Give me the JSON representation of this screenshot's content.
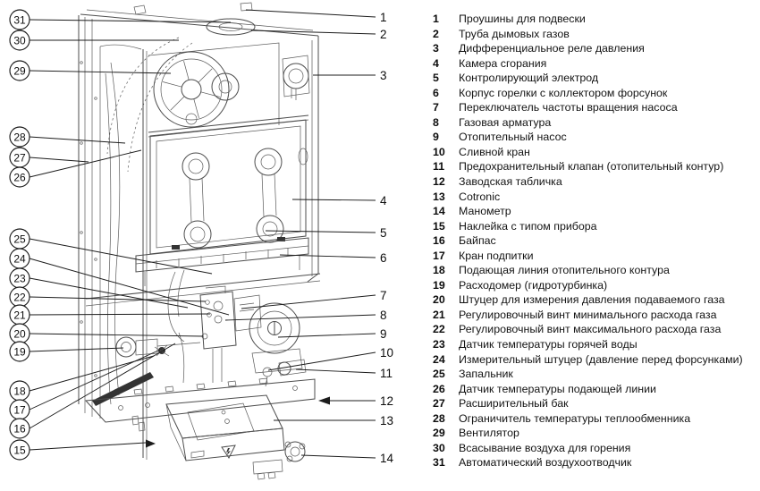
{
  "legend": {
    "items": [
      {
        "num": "1",
        "label": "Проушины для подвески"
      },
      {
        "num": "2",
        "label": "Труба дымовых газов"
      },
      {
        "num": "3",
        "label": "Дифференциальное реле давления"
      },
      {
        "num": "4",
        "label": "Камера сгорания"
      },
      {
        "num": "5",
        "label": "Контролирующий электрод"
      },
      {
        "num": "6",
        "label": "Корпус горелки с коллектором форсунок"
      },
      {
        "num": "7",
        "label": "Переключатель частоты вращения насоса"
      },
      {
        "num": "8",
        "label": "Газовая арматура"
      },
      {
        "num": "9",
        "label": "Отопительный насос"
      },
      {
        "num": "10",
        "label": "Сливной кран"
      },
      {
        "num": "11",
        "label": "Предохранительный клапан (отопительный контур)"
      },
      {
        "num": "12",
        "label": "Заводская табличка"
      },
      {
        "num": "13",
        "label": "Cotronic"
      },
      {
        "num": "14",
        "label": "Манометр"
      },
      {
        "num": "15",
        "label": "Наклейка с типом прибора"
      },
      {
        "num": "16",
        "label": "Байпас"
      },
      {
        "num": "17",
        "label": "Кран подпитки"
      },
      {
        "num": "18",
        "label": "Подающая линия отопительного контура"
      },
      {
        "num": "19",
        "label": "Расходомер (гидротурбинка)"
      },
      {
        "num": "20",
        "label": "Штуцер для измерения давления подаваемого газа"
      },
      {
        "num": "21",
        "label": "Регулировочный винт минимального расхода газа"
      },
      {
        "num": "22",
        "label": "Регулировочный винт максимального расхода газа"
      },
      {
        "num": "23",
        "label": "Датчик температуры горячей воды"
      },
      {
        "num": "24",
        "label": "Измерительный штуцер (давление перед форсунками)"
      },
      {
        "num": "25",
        "label": "Запальник"
      },
      {
        "num": "26",
        "label": "Датчик температуры подающей линии"
      },
      {
        "num": "27",
        "label": "Расширительный бак"
      },
      {
        "num": "28",
        "label": "Ограничитель температуры теплообменника"
      },
      {
        "num": "29",
        "label": "Вентилятор"
      },
      {
        "num": "30",
        "label": "Всасывание воздуха для горения"
      },
      {
        "num": "31",
        "label": "Автоматический воздухоотводчик"
      }
    ]
  },
  "diagram": {
    "left_callouts": [
      "31",
      "30",
      "29",
      "28",
      "27",
      "26",
      "25",
      "24",
      "23",
      "22",
      "21",
      "20",
      "19",
      "18",
      "17",
      "16",
      "15"
    ],
    "right_callouts": [
      "1",
      "2",
      "3",
      "4",
      "5",
      "6",
      "7",
      "8",
      "9",
      "10",
      "11",
      "12",
      "13",
      "14"
    ]
  },
  "colors": {
    "ink": "#1c1c1c",
    "line": "#4d4d4d",
    "background": "#ffffff"
  }
}
